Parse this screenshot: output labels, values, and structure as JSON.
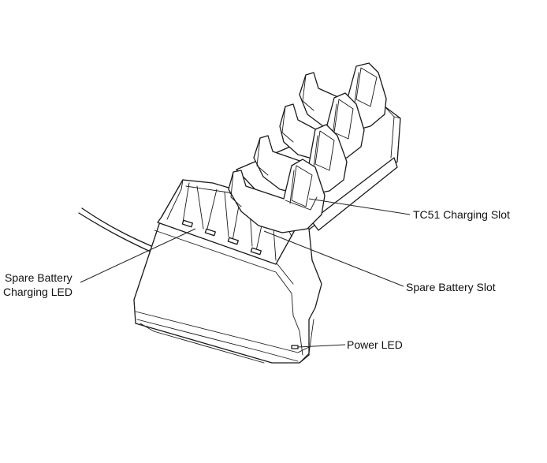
{
  "figure": {
    "labels": {
      "tc51_slot": "TC51 Charging Slot",
      "spare_slot": "Spare Battery Slot",
      "spare_led_line1": "Spare Battery",
      "spare_led_line2": "Charging LED",
      "power_led": "Power LED"
    }
  }
}
